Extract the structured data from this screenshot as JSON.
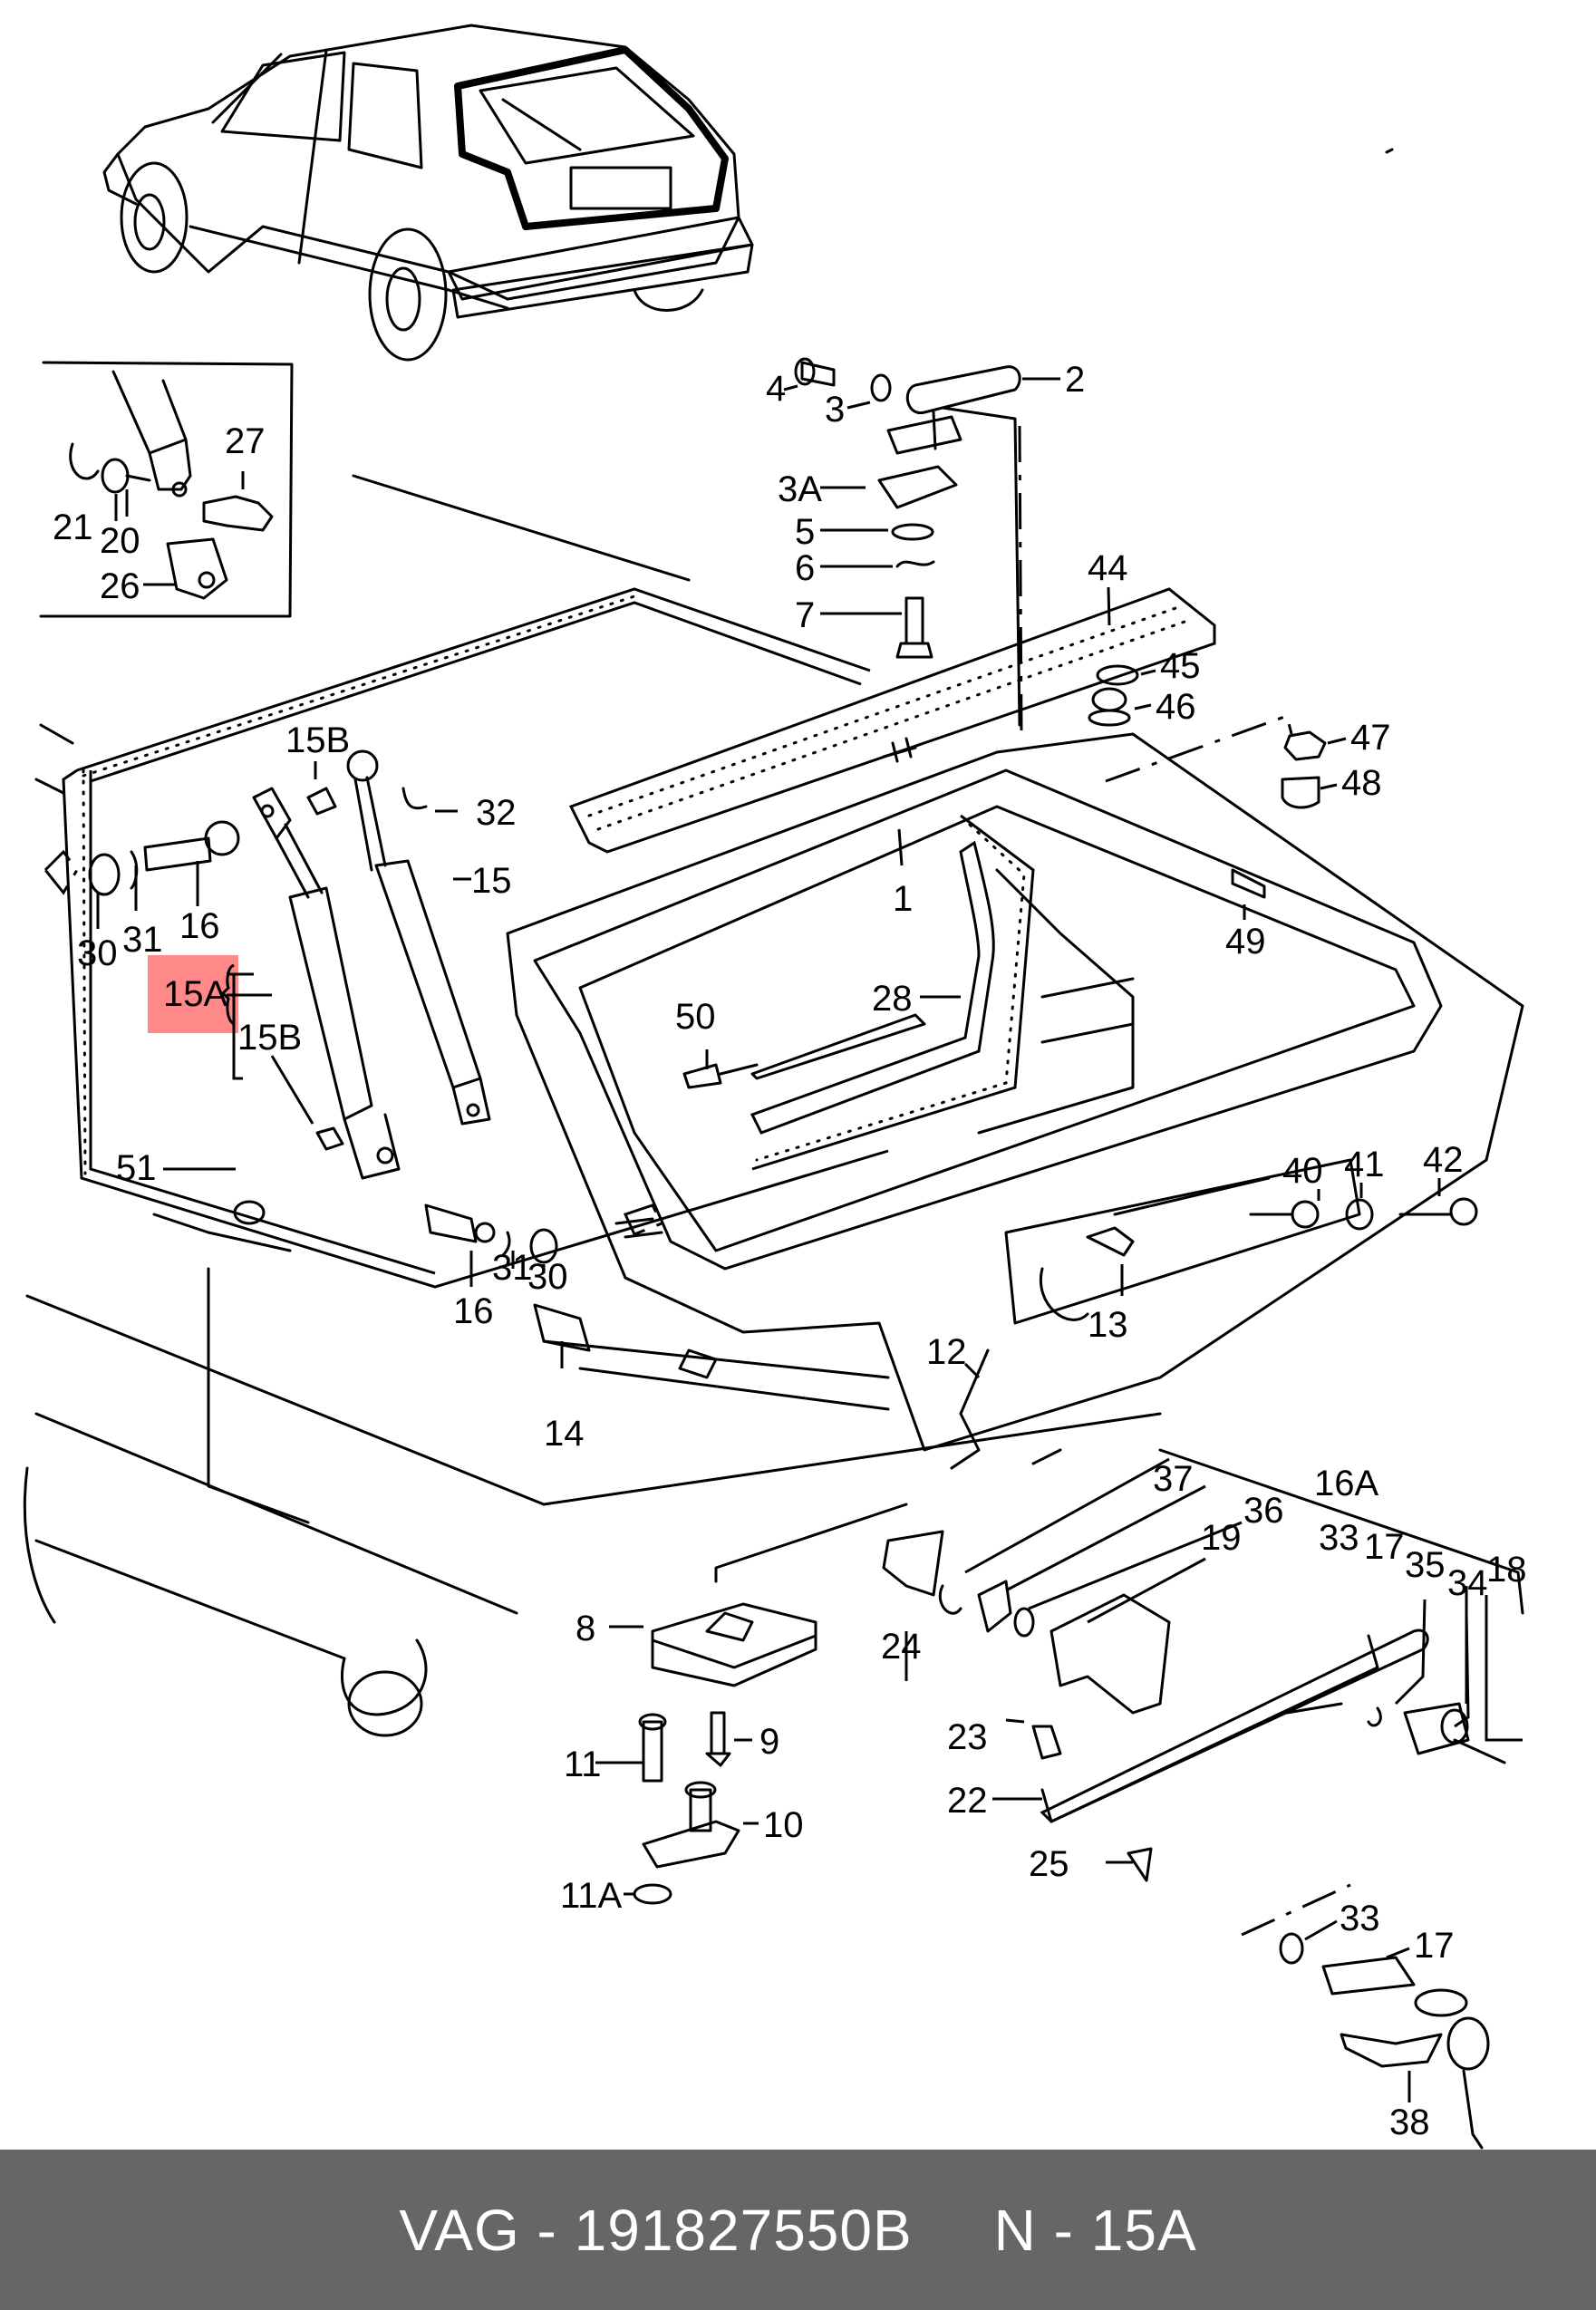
{
  "diagram": {
    "title": "Tailgate assembly exploded parts diagram",
    "highlight_color": "#ff6b6b",
    "highlighted_callout": "15A",
    "callouts": {
      "c1": "1",
      "c2": "2",
      "c3": "3",
      "c3a": "3A",
      "c4": "4",
      "c5": "5",
      "c6": "6",
      "c7": "7",
      "c8": "8",
      "c9": "9",
      "c10": "10",
      "c11": "11",
      "c11a": "11A",
      "c12": "12",
      "c13": "13",
      "c14": "14",
      "c15": "15",
      "c15a": "15A",
      "c15b_top": "15B",
      "c15b_bottom": "15B",
      "c16_top": "16",
      "c16_bottom": "16",
      "c16a": "16A",
      "c17_kit": "17",
      "c17_cyl": "17",
      "c18": "18",
      "c19": "19",
      "c20": "20",
      "c21": "21",
      "c22": "22",
      "c23": "23",
      "c24": "24",
      "c25": "25",
      "c26": "26",
      "c27": "27",
      "c28": "28",
      "c30_top": "30",
      "c30_bottom": "30",
      "c31_top": "31",
      "c31_bottom": "31",
      "c32": "32",
      "c33_kit": "33",
      "c33_cyl": "33",
      "c34": "34",
      "c35": "35",
      "c36": "36",
      "c37": "37",
      "c38": "38",
      "c40": "40",
      "c41": "41",
      "c42": "42",
      "c44": "44",
      "c45": "45",
      "c46": "46",
      "c47": "47",
      "c48": "48",
      "c49": "49",
      "c50": "50",
      "c51": "51"
    }
  },
  "footer": {
    "brand": "VAG",
    "separator": "-",
    "part_number": "191827550B",
    "position_prefix": "N",
    "position": "15A"
  }
}
